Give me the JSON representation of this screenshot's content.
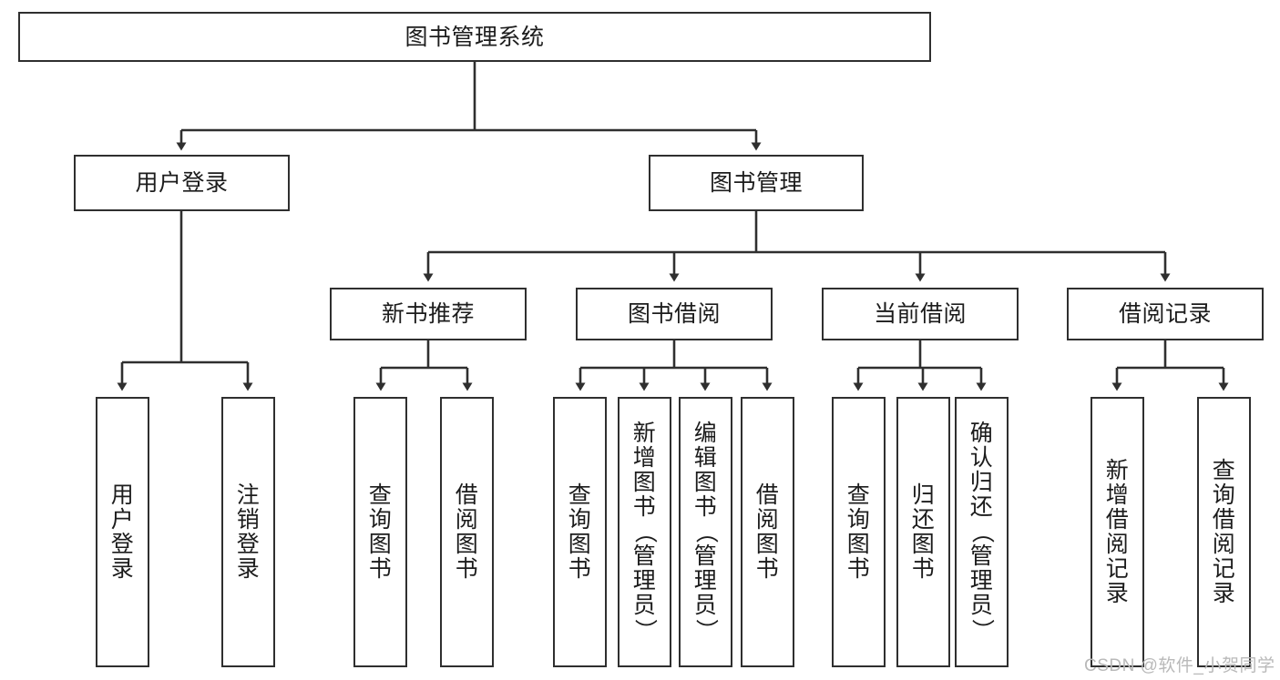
{
  "diagram": {
    "title": "图书管理系统",
    "type": "hierarchy-tree",
    "watermark": "CSDN @软件_小贺同学",
    "colors": {
      "stroke": "#2f2f2f",
      "fill": "#ffffff",
      "text": "#1c1c1c",
      "watermark": "#b9b9b9"
    },
    "levels": [
      {
        "level": 1,
        "nodes": [
          {
            "id": "root",
            "label": "图书管理系统",
            "orientation": "horizontal"
          }
        ]
      },
      {
        "level": 2,
        "nodes": [
          {
            "id": "user-login",
            "label": "用户登录",
            "orientation": "horizontal",
            "parent": "root"
          },
          {
            "id": "book-manage",
            "label": "图书管理",
            "orientation": "horizontal",
            "parent": "root"
          }
        ]
      },
      {
        "level": 3,
        "nodes": [
          {
            "id": "new-book-recommend",
            "label": "新书推荐",
            "orientation": "horizontal",
            "parent": "book-manage"
          },
          {
            "id": "book-borrow",
            "label": "图书借阅",
            "orientation": "horizontal",
            "parent": "book-manage"
          },
          {
            "id": "current-borrow",
            "label": "当前借阅",
            "orientation": "horizontal",
            "parent": "book-manage"
          },
          {
            "id": "borrow-record",
            "label": "借阅记录",
            "orientation": "horizontal",
            "parent": "book-manage"
          }
        ]
      },
      {
        "level": 4,
        "nodes": [
          {
            "id": "leaf-user-login",
            "label": "用户登录",
            "orientation": "vertical",
            "parent": "user-login"
          },
          {
            "id": "leaf-logout-login",
            "label": "注销登录",
            "orientation": "vertical",
            "parent": "user-login"
          },
          {
            "id": "leaf-query-book-1",
            "label": "查询图书",
            "orientation": "vertical",
            "parent": "new-book-recommend"
          },
          {
            "id": "leaf-borrow-book-1",
            "label": "借阅图书",
            "orientation": "vertical",
            "parent": "new-book-recommend"
          },
          {
            "id": "leaf-query-book-2",
            "label": "查询图书",
            "orientation": "vertical",
            "parent": "book-borrow"
          },
          {
            "id": "leaf-add-book-admin",
            "label": "新增图书（管理员）",
            "orientation": "vertical",
            "parent": "book-borrow"
          },
          {
            "id": "leaf-edit-book-admin",
            "label": "编辑图书（管理员）",
            "orientation": "vertical",
            "parent": "book-borrow"
          },
          {
            "id": "leaf-borrow-book-2",
            "label": "借阅图书",
            "orientation": "vertical",
            "parent": "book-borrow"
          },
          {
            "id": "leaf-query-book-3",
            "label": "查询图书",
            "orientation": "vertical",
            "parent": "current-borrow"
          },
          {
            "id": "leaf-return-book",
            "label": "归还图书",
            "orientation": "vertical",
            "parent": "current-borrow"
          },
          {
            "id": "leaf-confirm-return-admin",
            "label": "确认归还（管理员）",
            "orientation": "vertical",
            "parent": "current-borrow"
          },
          {
            "id": "leaf-add-borrow-record",
            "label": "新增借阅记录",
            "orientation": "vertical",
            "parent": "borrow-record"
          },
          {
            "id": "leaf-query-borrow-record",
            "label": "查询借阅记录",
            "orientation": "vertical",
            "parent": "borrow-record"
          }
        ]
      }
    ]
  }
}
